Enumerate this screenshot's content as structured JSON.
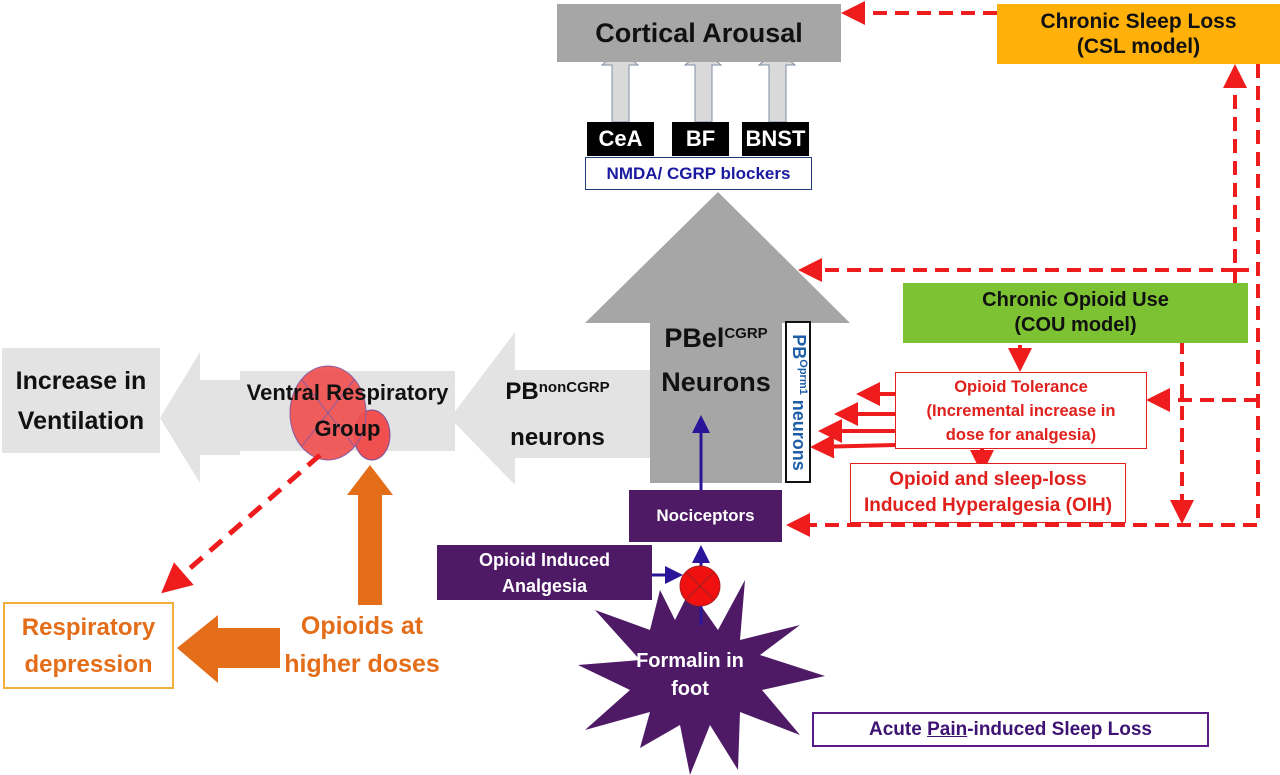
{
  "diagram": {
    "cortical_arousal": "Cortical Arousal",
    "chronic_sleep_loss": {
      "line1": "Chronic Sleep Loss",
      "line2": "(CSL model)"
    },
    "regions": [
      "CeA",
      "BF",
      "BNST"
    ],
    "nmda_cgrp_blockers": "NMDA/ CGRP blockers",
    "pbel_cgrp": {
      "base": "PBel",
      "sup": "CGRP",
      "line2": "Neurons"
    },
    "pb_oprm1": {
      "base": "PB",
      "sup": "Oprm1",
      "tail": " neurons"
    },
    "chronic_opioid_use": {
      "line1": "Chronic Opioid Use",
      "line2": "(COU model)"
    },
    "opioid_tolerance": {
      "line1": "Opioid Tolerance",
      "line2": "(Incremental increase in",
      "line3": "dose for analgesia)"
    },
    "oih": {
      "line1": "Opioid and sleep-loss",
      "line2": "Induced Hyperalgesia (OIH)"
    },
    "nociceptors": "Nociceptors",
    "opioid_induced_analgesia": {
      "line1": "Opioid Induced",
      "line2": "Analgesia"
    },
    "formalin": {
      "line1": "Formalin in",
      "line2": "foot"
    },
    "acute_pain_sleep_loss": {
      "pre": "Acute ",
      "underlined": "Pain",
      "post": "-induced Sleep Loss"
    },
    "increase_ventilation": {
      "line1": "Increase in",
      "line2": "Ventilation"
    },
    "ventral_respiratory_group": {
      "line1": "Ventral Respiratory",
      "line2": "Group"
    },
    "pb_noncgrp": {
      "base": "PB",
      "sup": "nonCGRP",
      "line2": "neurons"
    },
    "respiratory_depression": {
      "line1": "Respiratory",
      "line2": "depression"
    },
    "opioids_higher_doses": {
      "line1": "Opioids at",
      "line2": "higher doses"
    }
  },
  "colors": {
    "dashed_red": "#ee1c1c",
    "purple": "#4e1a66",
    "orange": "#e46d19",
    "green": "#7dc232",
    "amber": "#ffb10a",
    "gray_arrow": "#a6a6a6",
    "light_gray": "#e3e3e3",
    "inhibit_red": "#f05050"
  }
}
